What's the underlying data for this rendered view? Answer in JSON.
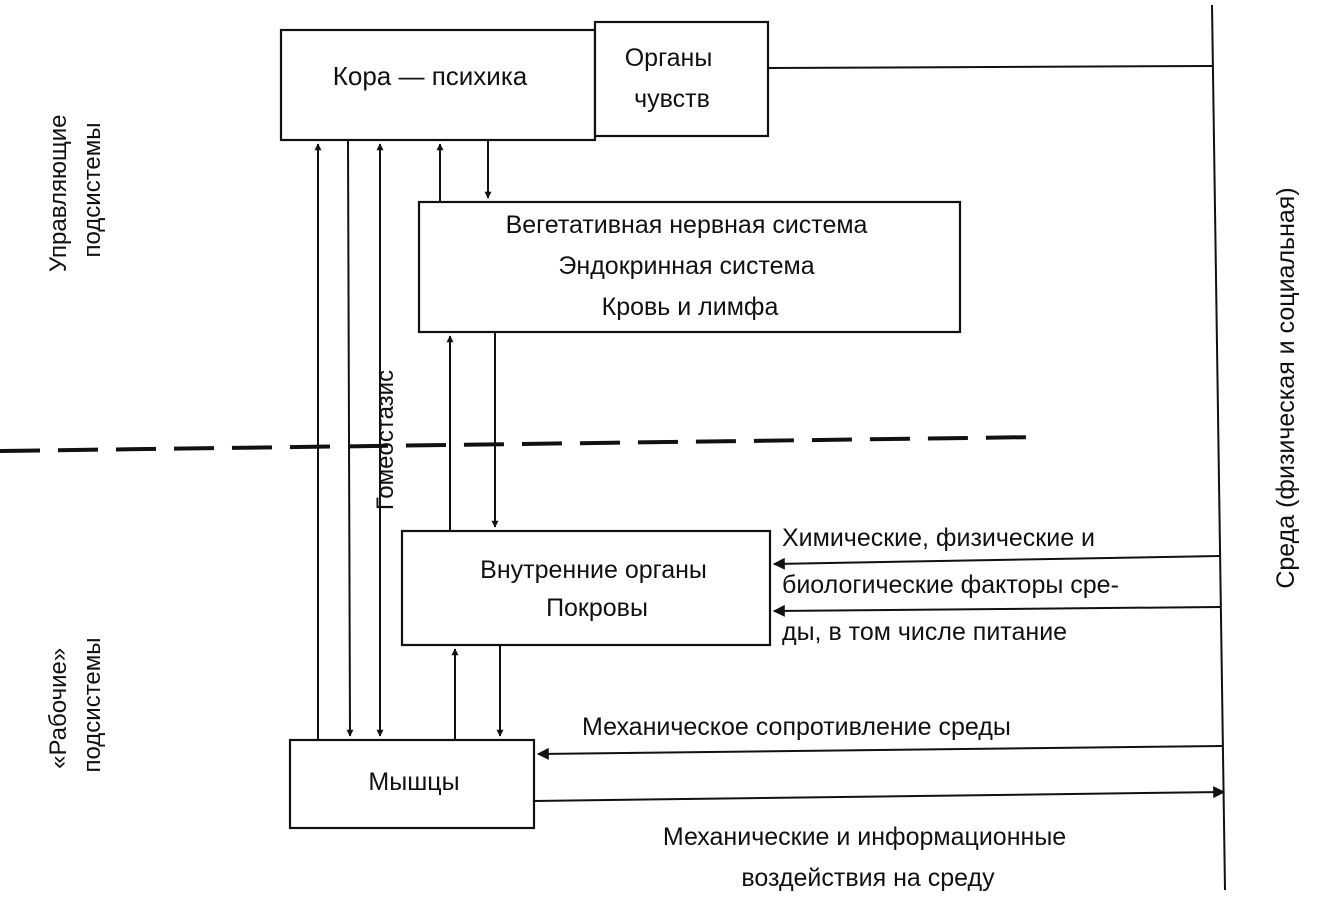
{
  "left_labels": {
    "control": [
      "Управляющие",
      "подсистемы"
    ],
    "working": [
      "«Рабочие»",
      "подсистемы"
    ]
  },
  "environment_label": "Среда (физическая и социальная)",
  "homeostasis_label": "Гомеостазис",
  "boxes": {
    "cortex": "Кора — психика",
    "senses": [
      "Органы",
      "чувств"
    ],
    "vegetative": [
      "Вегетативная нервная система",
      "Эндокринная система",
      "Кровь и лимфа"
    ],
    "internal": [
      "Внутренние органы",
      "Покровы"
    ],
    "muscles": "Мышцы"
  },
  "factors": [
    "Химические, физические и",
    "биологические факторы сре-",
    "ды, в том числе питание"
  ],
  "mechanical_resistance": "Механическое сопротивление среды",
  "impacts": [
    "Механические и информационные",
    "воздействия на среду"
  ]
}
